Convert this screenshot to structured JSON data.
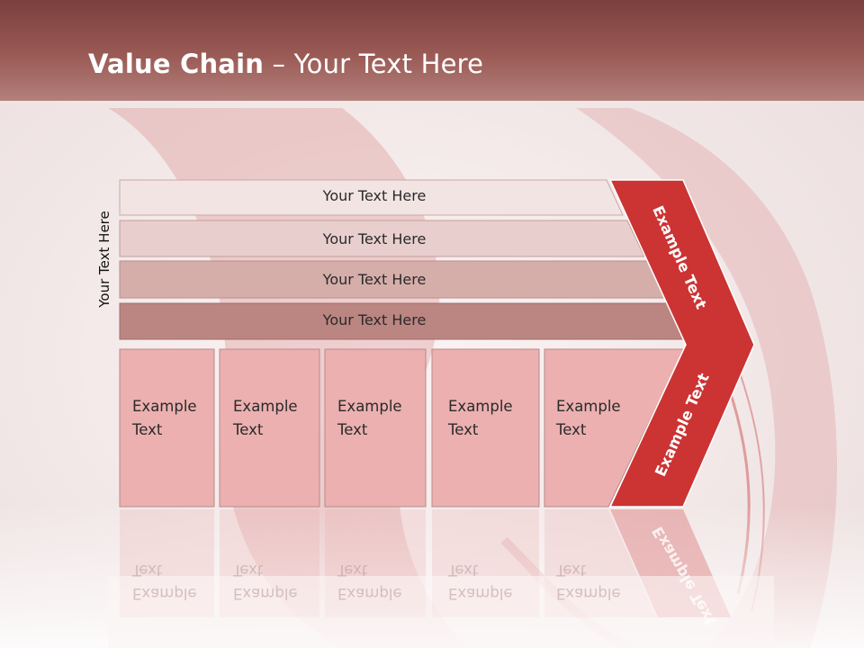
{
  "title": {
    "bold": "Value Chain",
    "rest": " – Your Text Here"
  },
  "side_label": "Your Text Here",
  "bands": [
    {
      "label": "Your Text Here",
      "color": "#f3e4e4"
    },
    {
      "label": "Your Text Here",
      "color": "#e8cfcd"
    },
    {
      "label": "Your Text Here",
      "color": "#d5aeaa"
    },
    {
      "label": "Your Text Here",
      "color": "#bb8581"
    }
  ],
  "cells": [
    {
      "line1": "Example",
      "line2": "Text"
    },
    {
      "line1": "Example",
      "line2": "Text"
    },
    {
      "line1": "Example",
      "line2": "Text"
    },
    {
      "line1": "Example",
      "line2": "Text"
    },
    {
      "line1": "Example",
      "line2": "Text"
    }
  ],
  "chevron": {
    "top_label": "Example Text",
    "bottom_label": "Example Text",
    "color": "#cc3333"
  },
  "colors": {
    "cell_fill": "#ecb0b0",
    "cell_border": "#b88a8a",
    "title_bar": "#8a4c48"
  }
}
